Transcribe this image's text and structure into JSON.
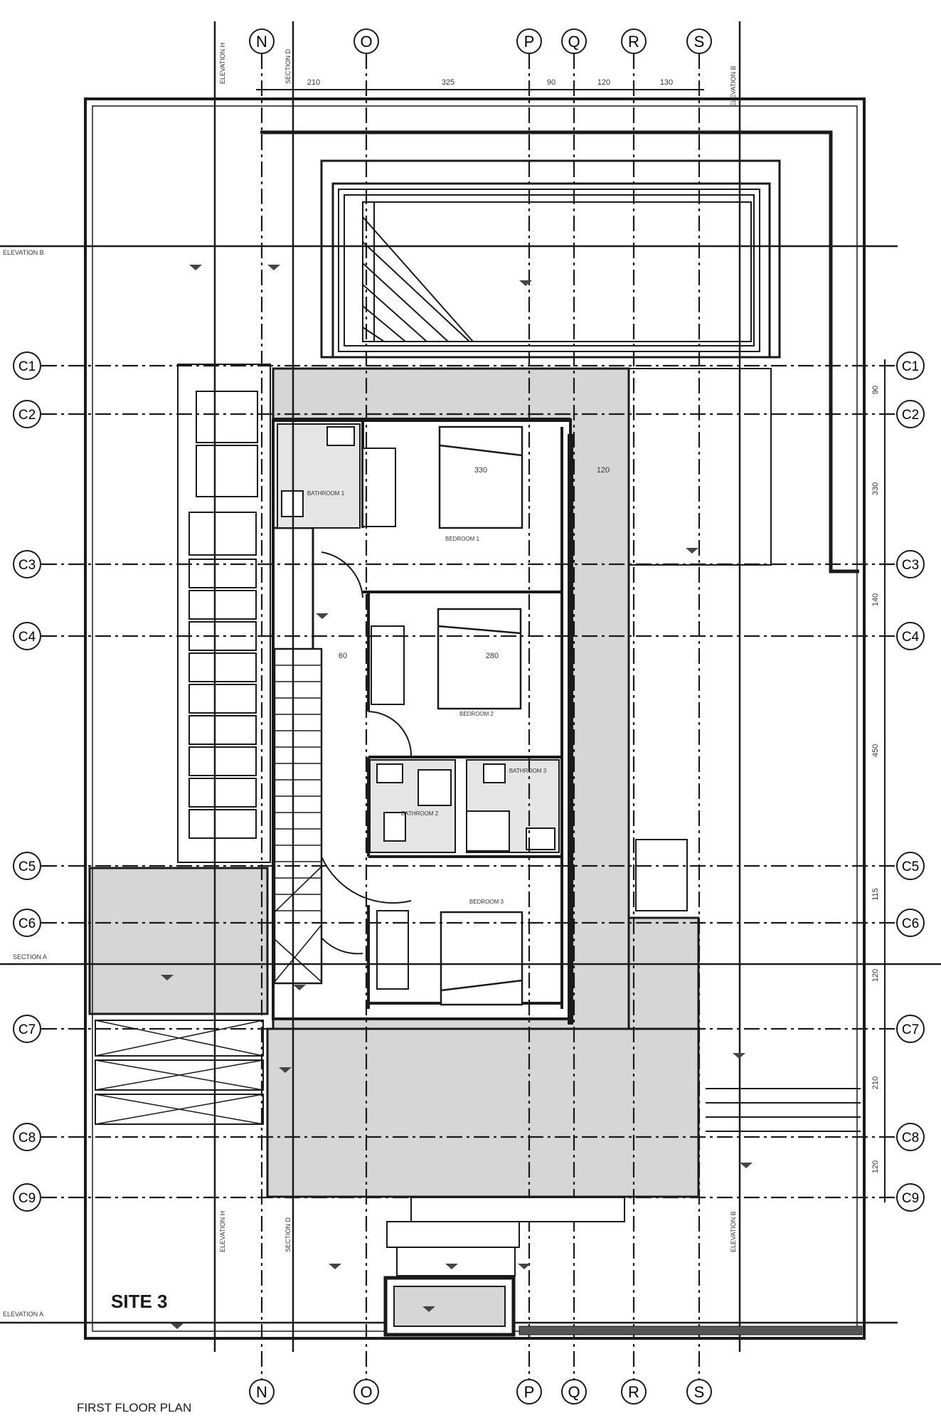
{
  "drawing": {
    "site_label": "SITE 3",
    "plan_title": "FIRST FLOOR PLAN"
  },
  "grid": {
    "columns": [
      "N",
      "O",
      "P",
      "Q",
      "R",
      "S"
    ],
    "rows_left": [
      "C1",
      "C2",
      "C3",
      "C4",
      "C5",
      "C6",
      "C7",
      "C8",
      "C9"
    ],
    "rows_right": [
      "C1",
      "C2",
      "C3",
      "C4",
      "C5",
      "C6",
      "C7",
      "C8",
      "C9"
    ]
  },
  "dimensions": {
    "top": [
      "210",
      "325",
      "90",
      "120",
      "130"
    ],
    "right": [
      "90",
      "330",
      "140",
      "450",
      "115",
      "120",
      "210",
      "120"
    ],
    "interior": [
      "330",
      "120",
      "280",
      "60"
    ]
  },
  "section_labels": {
    "top": [
      "ELEVATION H",
      "SECTION D",
      "ELEVATION B"
    ],
    "bottom": [
      "ELEVATION H",
      "SECTION D",
      "ELEVATION B"
    ],
    "left": [
      "ELEVATION B",
      "SECTION A",
      "ELEVATION A"
    ]
  },
  "rooms": {
    "bedroom_1": "BEDROOM 1",
    "bedroom_2": "BEDROOM 2",
    "bedroom_3": "BEDROOM 3",
    "bathroom_1": "BATHROOM 1",
    "bathroom_2": "BATHROOM 2",
    "bathroom_3": "BATHROOM 3"
  },
  "colors": {
    "line": "#1a1a1a",
    "shade": "#d6d6d6",
    "paper": "#ffffff"
  }
}
